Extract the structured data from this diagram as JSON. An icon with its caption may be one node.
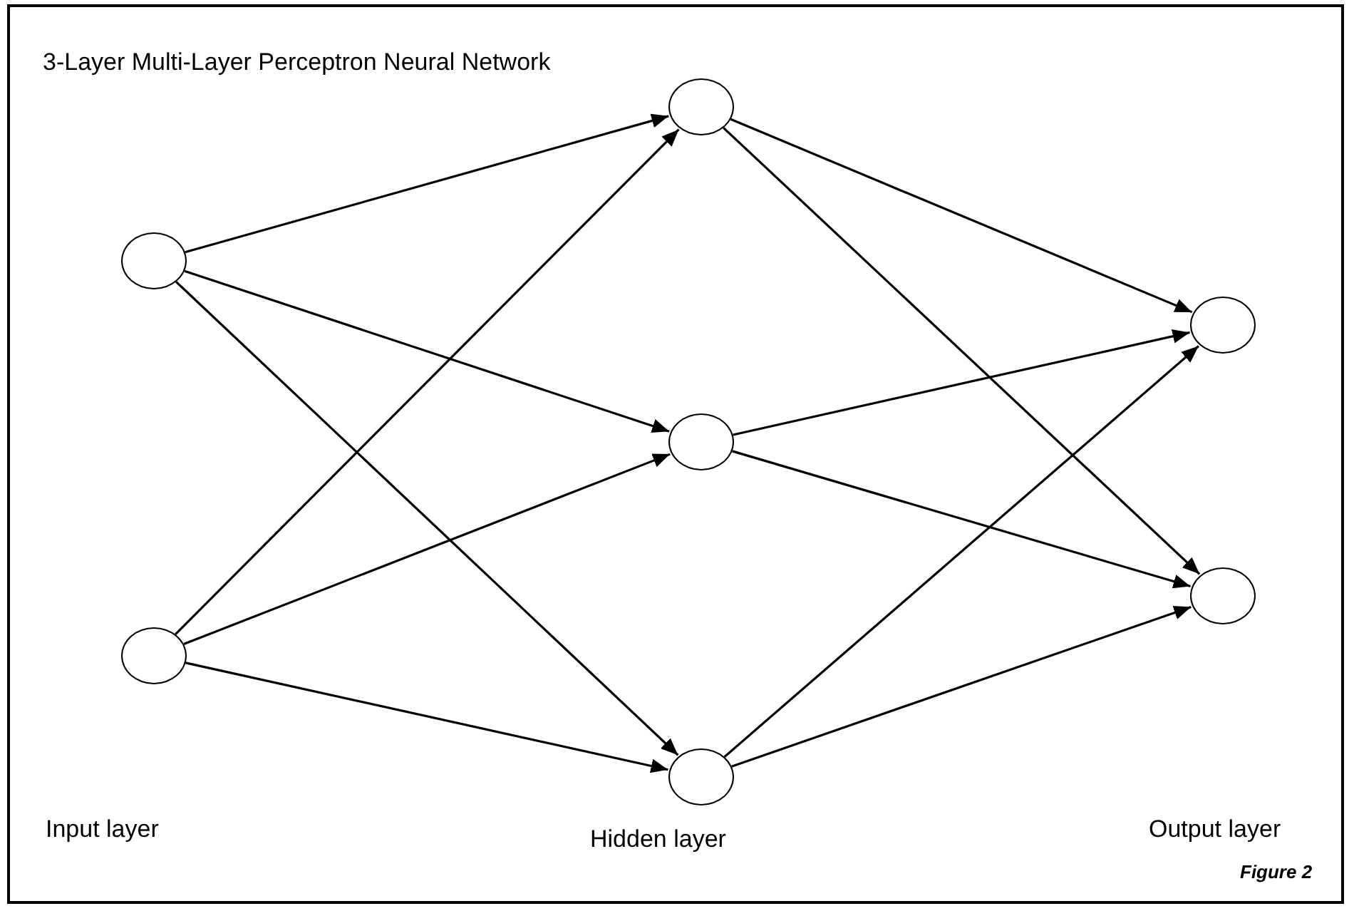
{
  "diagram": {
    "title": "3-Layer Multi-Layer Perceptron Neural Network",
    "nodes": [
      {
        "text": [],
        "shape": "circle"
      },
      {
        "text": [],
        "shape": "circle"
      },
      {
        "text": [],
        "shape": "circle"
      },
      {
        "text": [],
        "shape": "circle"
      },
      {
        "text": [],
        "shape": "circle"
      },
      {
        "text": [],
        "shape": "circle"
      },
      {
        "text": [],
        "shape": "circle"
      }
    ],
    "edges": [
      {
        "from": 0,
        "to": 2,
        "arrow": "to"
      },
      {
        "from": 0,
        "to": 3,
        "arrow": "to"
      },
      {
        "from": 0,
        "to": 4,
        "arrow": "to"
      },
      {
        "from": 1,
        "to": 2,
        "arrow": "to"
      },
      {
        "from": 1,
        "to": 3,
        "arrow": "to"
      },
      {
        "from": 1,
        "to": 4,
        "arrow": "to"
      },
      {
        "from": 2,
        "to": 5,
        "arrow": "to"
      },
      {
        "from": 2,
        "to": 6,
        "arrow": "to"
      },
      {
        "from": 3,
        "to": 5,
        "arrow": "to"
      },
      {
        "from": 3,
        "to": 6,
        "arrow": "to"
      },
      {
        "from": 4,
        "to": 5,
        "arrow": "to"
      },
      {
        "from": 4,
        "to": 6,
        "arrow": "to"
      }
    ],
    "labels": [
      "Input layer",
      "Hidden layer",
      "Output layer",
      "Figure 2"
    ]
  }
}
